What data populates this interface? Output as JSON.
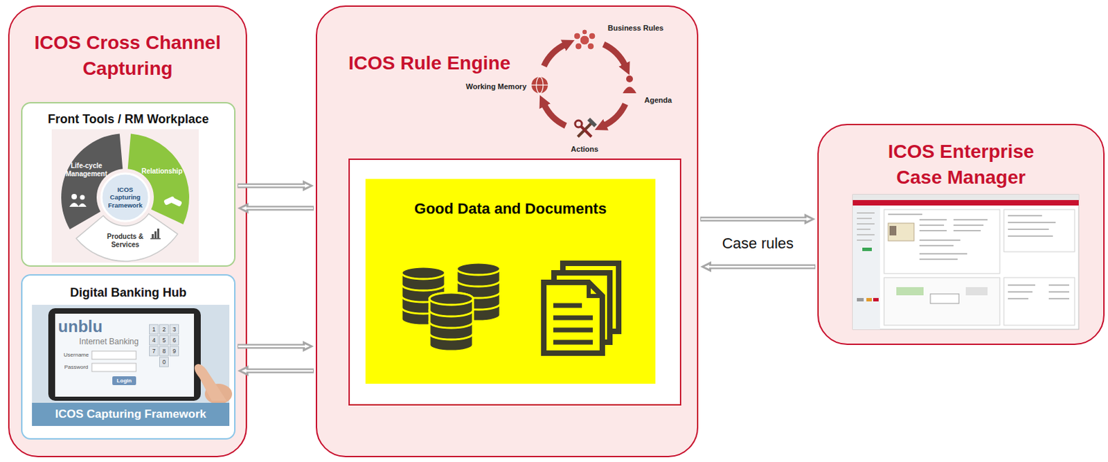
{
  "diagram": {
    "nodes": [
      {
        "text": [
          "ICOS Cross Channel Capturing"
        ]
      },
      {
        "text": [
          "Front Tools / RM Workplace"
        ],
        "in": 0
      },
      {
        "text": [
          "Digital Banking Hub"
        ],
        "in": 0
      },
      {
        "text": [
          "ICOS Capturing Framework"
        ],
        "in": 2
      },
      {
        "text": [
          "ICOS Rule Engine"
        ]
      },
      {
        "text": [
          "Good Data and Documents"
        ],
        "in": 4
      },
      {
        "text": [
          "ICOS Enterprise Case Manager"
        ]
      }
    ],
    "edges": [
      {
        "from": 1,
        "to": 4,
        "arrow": "to"
      },
      {
        "from": 4,
        "to": 1,
        "arrow": "to"
      },
      {
        "from": 2,
        "to": 4,
        "arrow": "to"
      },
      {
        "from": 4,
        "to": 2,
        "arrow": "to"
      },
      {
        "from": 4,
        "to": 6,
        "label": "Case rules",
        "arrow": "to"
      },
      {
        "from": 6,
        "to": 4,
        "arrow": "to"
      }
    ],
    "labels": [
      "Life-cycle Management",
      "Relationship",
      "ICOS Capturing Framework",
      "Products & Services",
      "unblu",
      "Internet Banking",
      "Username",
      "Password",
      "Login",
      "1",
      "2",
      "3",
      "4",
      "5",
      "6",
      "7",
      "8",
      "9",
      "0",
      "Business Rules",
      "Agenda",
      "Actions",
      "Working Memory"
    ]
  }
}
